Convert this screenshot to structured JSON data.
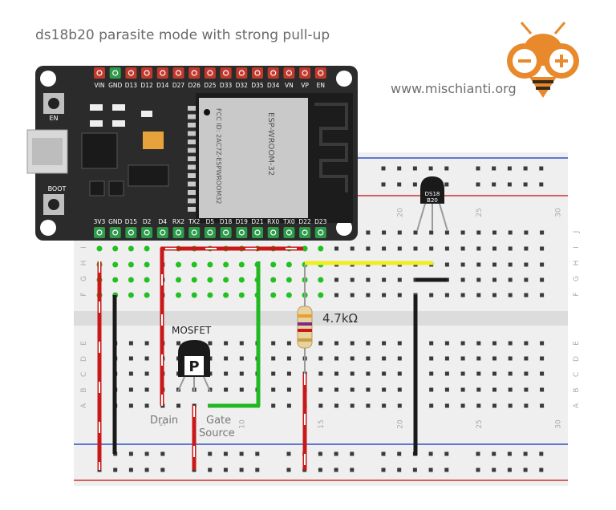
{
  "title": "ds18b20 parasite mode with strong pull-up",
  "website": "www.mischianti.org",
  "esp32": {
    "top_pins": [
      "VIN",
      "GND",
      "D13",
      "D12",
      "D14",
      "D27",
      "D26",
      "D25",
      "D33",
      "D32",
      "D35",
      "D34",
      "VN",
      "VP",
      "EN"
    ],
    "bottom_pins": [
      "3V3",
      "GND",
      "D15",
      "D2",
      "D4",
      "RX2",
      "TX2",
      "D5",
      "D18",
      "D19",
      "D21",
      "RX0",
      "TX0",
      "D22",
      "D23"
    ],
    "button_en": "EN",
    "button_boot": "BOOT",
    "module_text": [
      "ESP-WROOM-32",
      "FCC ID: 2AC7Z-ESPWROOM32"
    ]
  },
  "breadboard": {
    "row_letters_top": [
      "J",
      "I",
      "H",
      "G",
      "F"
    ],
    "row_letters_bottom": [
      "E",
      "D",
      "C",
      "B",
      "A"
    ],
    "column_numbers": [
      "5",
      "10",
      "15",
      "20",
      "25",
      "30"
    ]
  },
  "components": {
    "sensor_label": "DS18\nB20",
    "mosfet_title": "MOSFET",
    "mosfet_symbol": "P",
    "resistor_value": "4.7kΩ",
    "pin_labels": {
      "drain": "Drain",
      "gate": "Gate",
      "source": "Source"
    }
  },
  "colors": {
    "board": "#2b2b2b",
    "pin_green": "#2e9b4a",
    "pin_red": "#c0392b",
    "wire_red": "#c81818",
    "wire_black": "#1a1a1a",
    "wire_green": "#22b822",
    "wire_yellow": "#eeee22",
    "breadboard": "#efefef",
    "rail_blue": "#3050c8",
    "rail_red": "#d03030",
    "logo_orange": "#e8892c"
  }
}
